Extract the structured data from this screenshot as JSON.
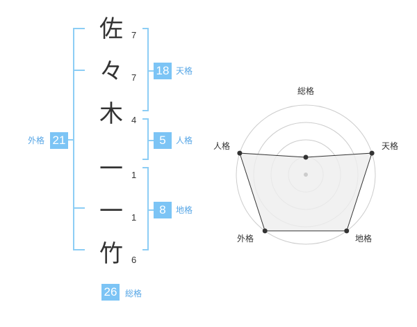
{
  "name_chars": [
    {
      "char": "佐",
      "strokes": "7"
    },
    {
      "char": "々",
      "strokes": "7"
    },
    {
      "char": "木",
      "strokes": "4"
    },
    {
      "char": "一",
      "strokes": "1"
    },
    {
      "char": "一",
      "strokes": "1"
    },
    {
      "char": "竹",
      "strokes": "6"
    }
  ],
  "kakusu": {
    "tenkaku": {
      "value": "18",
      "label": "天格"
    },
    "jinkaku": {
      "value": "5",
      "label": "人格"
    },
    "chikaku": {
      "value": "8",
      "label": "地格"
    },
    "gaikaku": {
      "value": "21",
      "label": "外格"
    },
    "soukaku": {
      "value": "26",
      "label": "総格"
    }
  },
  "colors": {
    "accent": "#7cc4f5",
    "accent_text": "#56a6e6",
    "ink": "#333333",
    "grid": "#cccccc",
    "fill": "#eeeeee"
  },
  "chart_data": {
    "type": "radar",
    "axes": [
      "総格",
      "天格",
      "地格",
      "外格",
      "人格"
    ],
    "rings": 4,
    "max": 4,
    "values": [
      1,
      4,
      4,
      4,
      4
    ]
  }
}
